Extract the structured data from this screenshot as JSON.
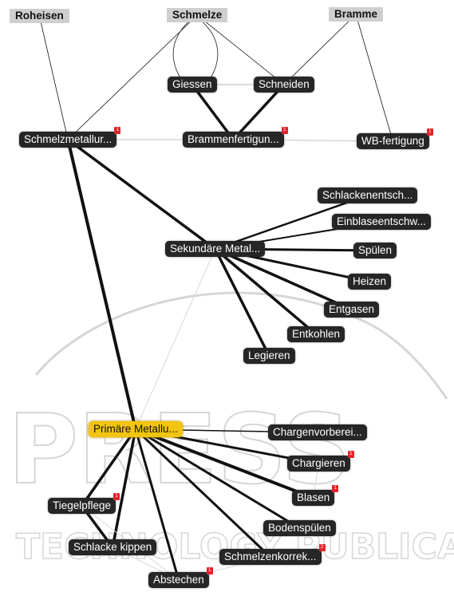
{
  "categories": [
    {
      "id": "roheisen",
      "label": "Roheisen"
    },
    {
      "id": "schmelze",
      "label": "Schmelze"
    },
    {
      "id": "bramme",
      "label": "Bramme"
    }
  ],
  "nodes": [
    {
      "id": "giessen",
      "label": "Giessen"
    },
    {
      "id": "schneiden",
      "label": "Schneiden"
    },
    {
      "id": "schmelzmetallurgie",
      "label": "Schmelzmetallur...",
      "badge": "1"
    },
    {
      "id": "brammenfertigung",
      "label": "Brammenfertigun...",
      "badge": "1"
    },
    {
      "id": "wb_fertigung",
      "label": "WB-fertigung",
      "badge": "1"
    },
    {
      "id": "schlackenentschw",
      "label": "Schlackenentsch..."
    },
    {
      "id": "einblaseentschw",
      "label": "Einblaseentschw..."
    },
    {
      "id": "sekundaere",
      "label": "Sekundäre Metal..."
    },
    {
      "id": "spuelen",
      "label": "Spülen"
    },
    {
      "id": "heizen",
      "label": "Heizen"
    },
    {
      "id": "entgasen",
      "label": "Entgasen"
    },
    {
      "id": "entkohlen",
      "label": "Entkohlen"
    },
    {
      "id": "legieren",
      "label": "Legieren"
    },
    {
      "id": "primaere",
      "label": "Primäre Metallu...",
      "selected": true
    },
    {
      "id": "chargenvorbereitung",
      "label": "Chargenvorberei..."
    },
    {
      "id": "chargieren",
      "label": "Chargieren",
      "badge": "1"
    },
    {
      "id": "tiegelpflege",
      "label": "Tiegelpflege",
      "badge": "1"
    },
    {
      "id": "blasen",
      "label": "Blasen",
      "badge": "1"
    },
    {
      "id": "bodenspuelen",
      "label": "Bodenspülen"
    },
    {
      "id": "schlacke_kippen",
      "label": "Schlacke kippen"
    },
    {
      "id": "schmelzenkorrektur",
      "label": "Schmelzenkorrek...",
      "badge": "2"
    },
    {
      "id": "abstechen",
      "label": "Abstechen",
      "badge": "1"
    }
  ],
  "edges": [
    {
      "from": "roheisen",
      "to": "schmelzmetallurgie",
      "w": 0.8
    },
    {
      "from": "schmelze",
      "to": "schmelzmetallurgie",
      "w": 0.8
    },
    {
      "from": "schmelze",
      "to": "schneiden",
      "w": 0.8
    },
    {
      "from": "bramme",
      "to": "schneiden",
      "w": 0.8
    },
    {
      "from": "bramme",
      "to": "wb_fertigung",
      "w": 0.8
    },
    {
      "from": "giessen",
      "to": "schneiden",
      "w": 1.5,
      "c": "#cfcfcf"
    },
    {
      "from": "giessen",
      "to": "brammenfertigung",
      "w": 3.5
    },
    {
      "from": "schneiden",
      "to": "brammenfertigung",
      "w": 3.5
    },
    {
      "from": "schmelzmetallurgie",
      "to": "brammenfertigung",
      "w": 1.2,
      "c": "#cfcfcf"
    },
    {
      "from": "brammenfertigung",
      "to": "wb_fertigung",
      "w": 1.2,
      "c": "#cfcfcf"
    },
    {
      "from": "schmelzmetallurgie",
      "to": "sekundaere",
      "w": 3.5
    },
    {
      "from": "schmelzmetallurgie",
      "to": "primaere",
      "w": 4
    },
    {
      "from": "sekundaere",
      "to": "primaere",
      "w": 1,
      "c": "#d8d8d8"
    },
    {
      "from": "sekundaere",
      "to": "schlackenentschw",
      "w": 2.5
    },
    {
      "from": "sekundaere",
      "to": "einblaseentschw",
      "w": 2
    },
    {
      "from": "sekundaere",
      "to": "spuelen",
      "w": 3
    },
    {
      "from": "sekundaere",
      "to": "heizen",
      "w": 3
    },
    {
      "from": "sekundaere",
      "to": "entgasen",
      "w": 3.5
    },
    {
      "from": "sekundaere",
      "to": "entkohlen",
      "w": 3.5
    },
    {
      "from": "sekundaere",
      "to": "legieren",
      "w": 3.5
    },
    {
      "from": "primaere",
      "to": "chargenvorbereitung",
      "w": 1.5
    },
    {
      "from": "primaere",
      "to": "chargieren",
      "w": 3
    },
    {
      "from": "primaere",
      "to": "blasen",
      "w": 4
    },
    {
      "from": "primaere",
      "to": "bodenspuelen",
      "w": 3
    },
    {
      "from": "primaere",
      "to": "schmelzenkorrektur",
      "w": 3
    },
    {
      "from": "primaere",
      "to": "tiegelpflege",
      "w": 3.5
    },
    {
      "from": "primaere",
      "to": "schlacke_kippen",
      "w": 3.5
    },
    {
      "from": "primaere",
      "to": "abstechen",
      "w": 3
    },
    {
      "from": "tiegelpflege",
      "to": "schlacke_kippen",
      "w": 3.5
    },
    {
      "from": "tiegelpflege",
      "to": "abstechen",
      "w": 1,
      "c": "#d8d8d8"
    },
    {
      "from": "schlacke_kippen",
      "to": "abstechen",
      "w": 1,
      "c": "#d8d8d8"
    },
    {
      "from": "chargieren",
      "to": "blasen",
      "w": 1,
      "c": "#d8d8d8"
    },
    {
      "from": "schmelzenkorrektur",
      "to": "abstechen",
      "w": 1,
      "c": "#d8d8d8"
    }
  ],
  "watermark": {
    "big": "PRESS",
    "small": "TECHNOLOGY PUBLICATIONS"
  }
}
